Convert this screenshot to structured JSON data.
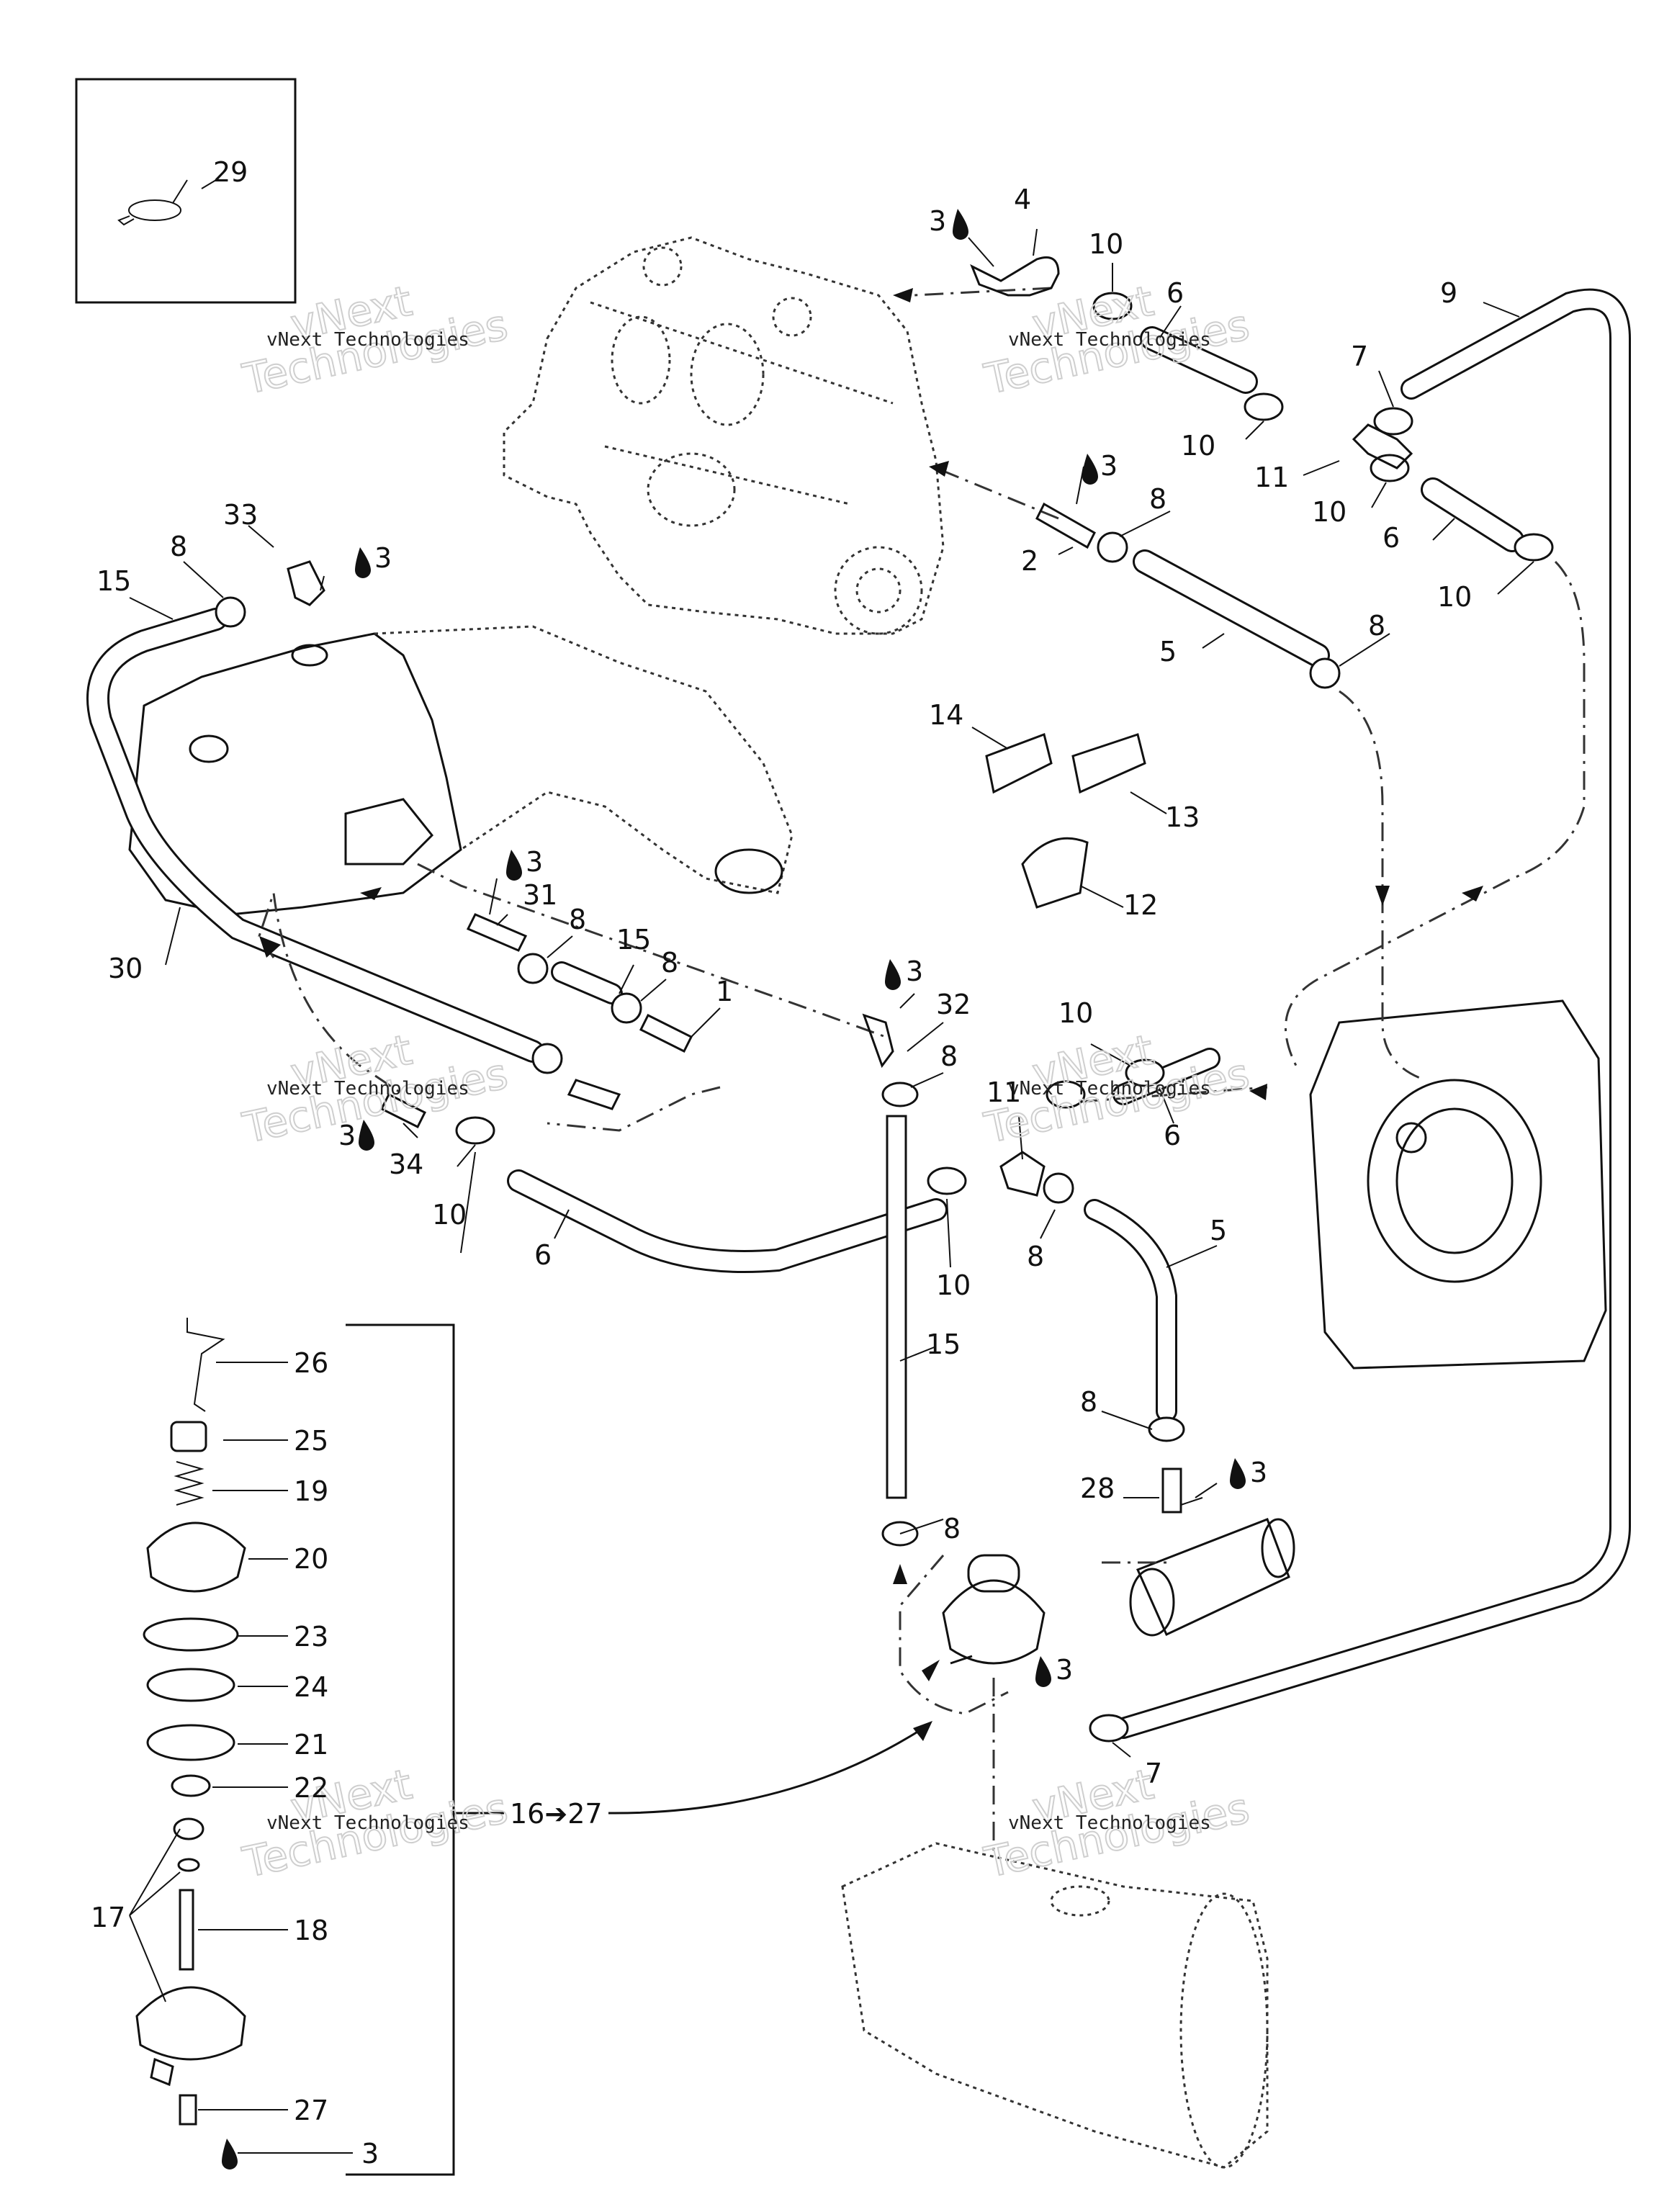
{
  "watermark": {
    "line1": "vNext Technologies",
    "big1": "vNext",
    "big2": "Technologies"
  },
  "labels": [
    {
      "id": "29",
      "text": "29"
    },
    {
      "id": "3a",
      "text": "3"
    },
    {
      "id": "4",
      "text": "4"
    },
    {
      "id": "10a",
      "text": "10"
    },
    {
      "id": "6a",
      "text": "6"
    },
    {
      "id": "9",
      "text": "9"
    },
    {
      "id": "7a",
      "text": "7"
    },
    {
      "id": "10b",
      "text": "10"
    },
    {
      "id": "11a",
      "text": "11"
    },
    {
      "id": "10c",
      "text": "10"
    },
    {
      "id": "6b",
      "text": "6"
    },
    {
      "id": "10d",
      "text": "10"
    },
    {
      "id": "3b",
      "text": "3"
    },
    {
      "id": "8a",
      "text": "8"
    },
    {
      "id": "2",
      "text": "2"
    },
    {
      "id": "5a",
      "text": "5"
    },
    {
      "id": "8b",
      "text": "8"
    },
    {
      "id": "33",
      "text": "33"
    },
    {
      "id": "8c",
      "text": "8"
    },
    {
      "id": "3c",
      "text": "3"
    },
    {
      "id": "15a",
      "text": "15"
    },
    {
      "id": "14",
      "text": "14"
    },
    {
      "id": "13",
      "text": "13"
    },
    {
      "id": "12",
      "text": "12"
    },
    {
      "id": "3d",
      "text": "3"
    },
    {
      "id": "31",
      "text": "31"
    },
    {
      "id": "8d",
      "text": "8"
    },
    {
      "id": "30",
      "text": "30"
    },
    {
      "id": "15b",
      "text": "15"
    },
    {
      "id": "8e",
      "text": "8"
    },
    {
      "id": "1",
      "text": "1"
    },
    {
      "id": "3e",
      "text": "3"
    },
    {
      "id": "32",
      "text": "32"
    },
    {
      "id": "10e",
      "text": "10"
    },
    {
      "id": "8f",
      "text": "8"
    },
    {
      "id": "11b",
      "text": "11"
    },
    {
      "id": "6c",
      "text": "6"
    },
    {
      "id": "3f",
      "text": "3"
    },
    {
      "id": "34",
      "text": "34"
    },
    {
      "id": "10f",
      "text": "10"
    },
    {
      "id": "6d",
      "text": "6"
    },
    {
      "id": "10g",
      "text": "10"
    },
    {
      "id": "8g",
      "text": "8"
    },
    {
      "id": "5b",
      "text": "5"
    },
    {
      "id": "15c",
      "text": "15"
    },
    {
      "id": "26",
      "text": "26"
    },
    {
      "id": "8h",
      "text": "8"
    },
    {
      "id": "25",
      "text": "25"
    },
    {
      "id": "19",
      "text": "19"
    },
    {
      "id": "28",
      "text": "28"
    },
    {
      "id": "3g",
      "text": "3"
    },
    {
      "id": "20",
      "text": "20"
    },
    {
      "id": "8i",
      "text": "8"
    },
    {
      "id": "23",
      "text": "23"
    },
    {
      "id": "24",
      "text": "24"
    },
    {
      "id": "3h",
      "text": "3"
    },
    {
      "id": "21",
      "text": "21"
    },
    {
      "id": "7b",
      "text": "7"
    },
    {
      "id": "22",
      "text": "22"
    },
    {
      "id": "16to27",
      "text": "16➔27"
    },
    {
      "id": "17",
      "text": "17"
    },
    {
      "id": "18",
      "text": "18"
    },
    {
      "id": "27",
      "text": "27"
    },
    {
      "id": "3i",
      "text": "3"
    }
  ]
}
